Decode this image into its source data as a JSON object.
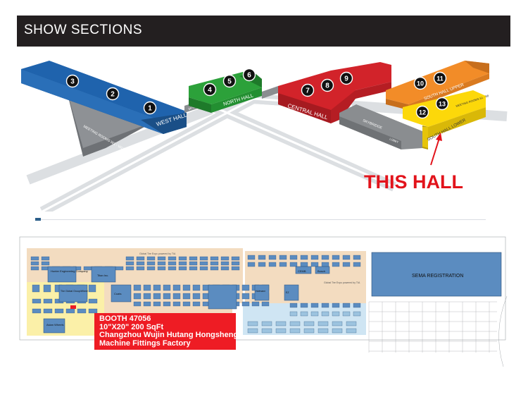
{
  "header": {
    "title": "SHOW SECTIONS"
  },
  "halls": {
    "west": "WEST HALL",
    "north": "NORTH HALL",
    "central": "CENTRAL HALL",
    "south_upper": "SOUTH HALL UPPER",
    "south_lower": "SOUTH HALL LOWER",
    "skybridge_north": "SKYBRIDGE",
    "skybridge_central": "SKYBRIDGE",
    "lobby": "LOBBY",
    "meeting_rooms": "MEETING ROOMS W1 - W10",
    "meeting_south": "MEETING ROOMS S1 - S8"
  },
  "sections": [
    "1",
    "2",
    "3",
    "4",
    "5",
    "6",
    "7",
    "8",
    "9",
    "10",
    "11",
    "12",
    "13"
  ],
  "callout": {
    "label": "THIS HALL"
  },
  "floor_plan": {
    "banner_top": "Global Tire Expo powered by TIA",
    "banner_mid": "Global Tire Expo powered by TIA",
    "sema_registration": "SEMA REGISTRATION",
    "booths": {
      "hunter": "Hunter Engineering Company",
      "titan": "Titan Inc.",
      "global": "The Global Group/Wheel",
      "coats": "Coats",
      "cemb": "CEMB",
      "bosch": "Bosch",
      "hofmann": "Hofmann",
      "ez": "EZ",
      "asian": "Asian Wheels"
    },
    "booth_info": {
      "line1": "BOOTH  47056",
      "line2": "10\"X20\"  200 SqFt",
      "line3": "Changzhou Wujin Hutang Hongsheng",
      "line4": "Machine Fittings  Factory"
    }
  },
  "colors": {
    "header_bg": "#231f20",
    "west_hall": "#1f63ad",
    "north_hall": "#2ca13a",
    "central_hall": "#d2232a",
    "south_upper": "#f28c28",
    "south_lower": "#fcd80a",
    "building_gray": "#8a8d90",
    "callout": "#e2131b",
    "booth_highlight": "#ee1c24"
  }
}
